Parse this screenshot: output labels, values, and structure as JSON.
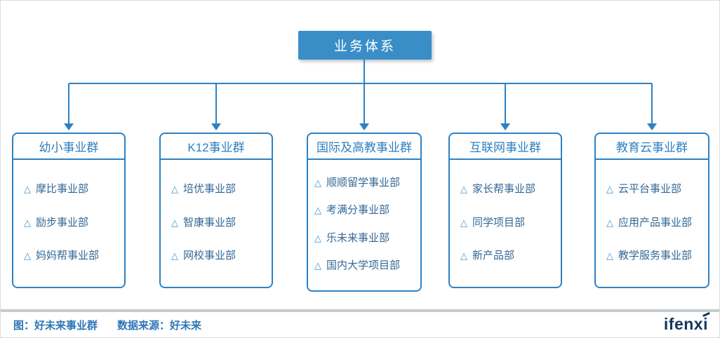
{
  "diagram": {
    "root_label": "业务体系",
    "groups": [
      {
        "name": "幼小事业群",
        "departments": [
          "摩比事业部",
          "励步事业部",
          "妈妈帮事业部"
        ]
      },
      {
        "name": "K12事业群",
        "departments": [
          "培优事业部",
          "智康事业部",
          "网校事业部"
        ]
      },
      {
        "name": "国际及高教事业群",
        "departments": [
          "顺顺留学事业部",
          "考满分事业部",
          "乐未来事业部",
          "国内大学项目部"
        ]
      },
      {
        "name": "互联网事业群",
        "departments": [
          "家长帮事业部",
          "同学项目部",
          "新产品部"
        ]
      },
      {
        "name": "教育云事业群",
        "departments": [
          "云平台事业部",
          "应用产品事业部",
          "教学服务事业部"
        ]
      }
    ]
  },
  "footer": {
    "caption_label": "图：好未来事业群",
    "source_label": "数据来源：好未来",
    "logo": "ifenxi"
  },
  "icons": {
    "department_bullet": "△"
  },
  "colors": {
    "node_fill": "#3a8ec8",
    "line_blue": "#2e81c4",
    "header_text": "#2e7fc0",
    "item_text": "#336896",
    "bullet": "#4293cd",
    "footer_text": "#2e75b6",
    "logo_navy": "#16365c",
    "divider_gray": "#c4cbcf"
  }
}
